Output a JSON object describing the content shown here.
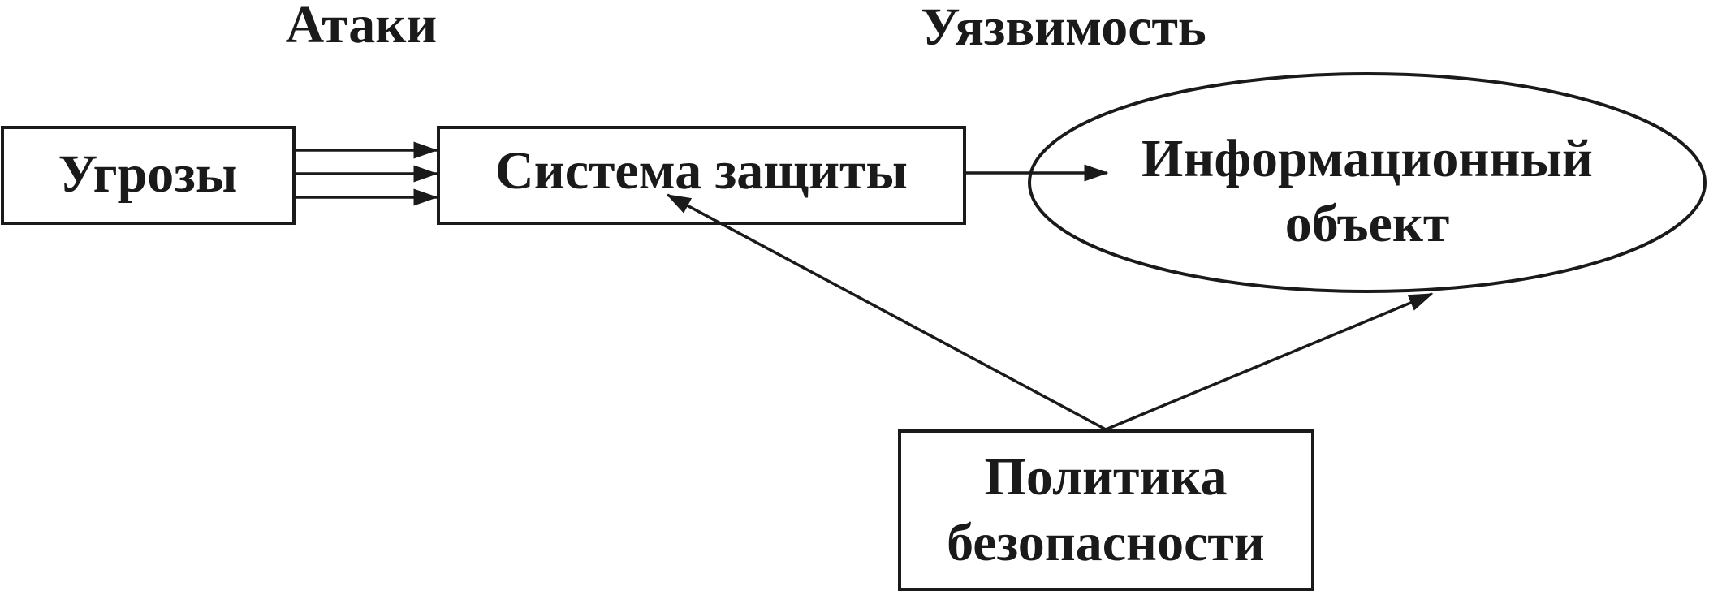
{
  "labels": {
    "attacks": "Атаки",
    "vulnerability": "Уязвимость"
  },
  "nodes": {
    "threats": {
      "label": "Угрозы"
    },
    "protection_system": {
      "label": "Система защиты"
    },
    "information_object": {
      "line1": "Информационный",
      "line2": "объект"
    },
    "security_policy": {
      "line1": "Политика",
      "line2": "безопасности"
    }
  },
  "colors": {
    "stroke": "#1a1a1a",
    "background": "#ffffff"
  }
}
